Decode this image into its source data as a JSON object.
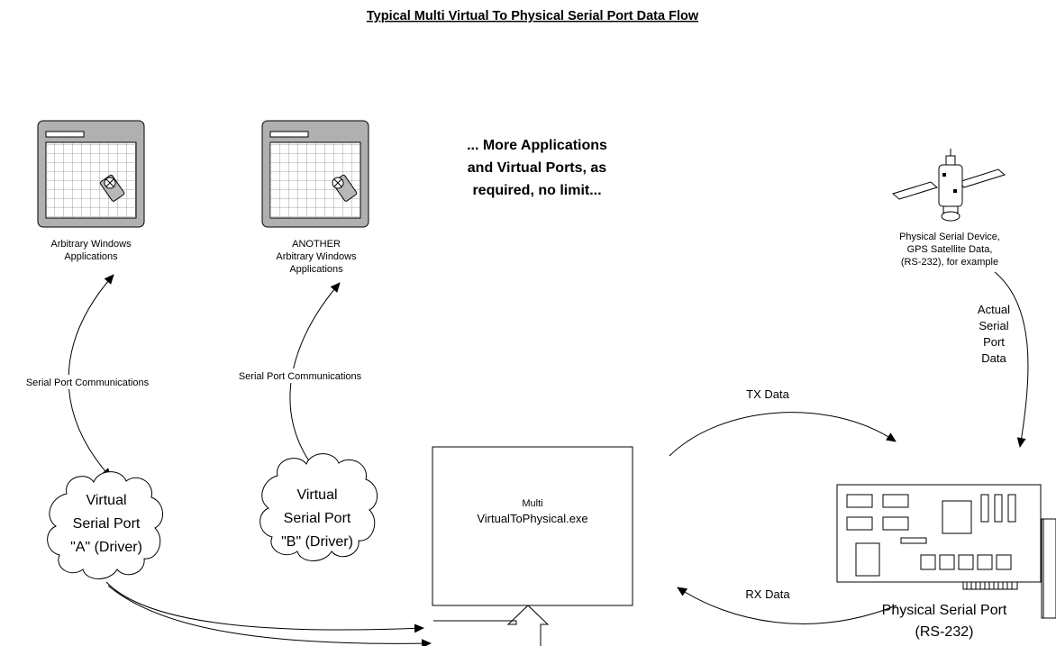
{
  "title": "Typical Multi Virtual To Physical Serial Port Data Flow",
  "app_a": {
    "label": "Arbitrary Windows Applications",
    "line1": "Arbitrary Windows",
    "line2": "Applications"
  },
  "app_b": {
    "line1": "ANOTHER",
    "line2": "Arbitrary Windows",
    "line3": "Applications"
  },
  "more_note": {
    "line1": "... More Applications",
    "line2": "and Virtual Ports, as",
    "line3": "required, no limit..."
  },
  "comm_a": "Serial Port Communications",
  "comm_b": "Serial Port Communications",
  "port_a": {
    "line1": "Virtual",
    "line2": "Serial Port",
    "line3": "\"A\" (Driver)"
  },
  "port_b": {
    "line1": "Virtual",
    "line2": "Serial Port",
    "line3": "\"B\" (Driver)"
  },
  "exe": {
    "line1": "Multi",
    "line2": "VirtualToPhysical.exe"
  },
  "tx": "TX Data",
  "rx": "RX Data",
  "device": {
    "line1": "Physical Serial Device,",
    "line2": "GPS Satellite Data,",
    "line3": "(RS-232), for example"
  },
  "actual": {
    "line1": "Actual",
    "line2": "Serial",
    "line3": "Port",
    "line4": "Data"
  },
  "physical_port": {
    "line1": "Physical Serial Port",
    "line2": "(RS-232)"
  },
  "icons": [
    "application-window-icon",
    "satellite-icon",
    "serial-card-icon",
    "cloud-icon"
  ]
}
